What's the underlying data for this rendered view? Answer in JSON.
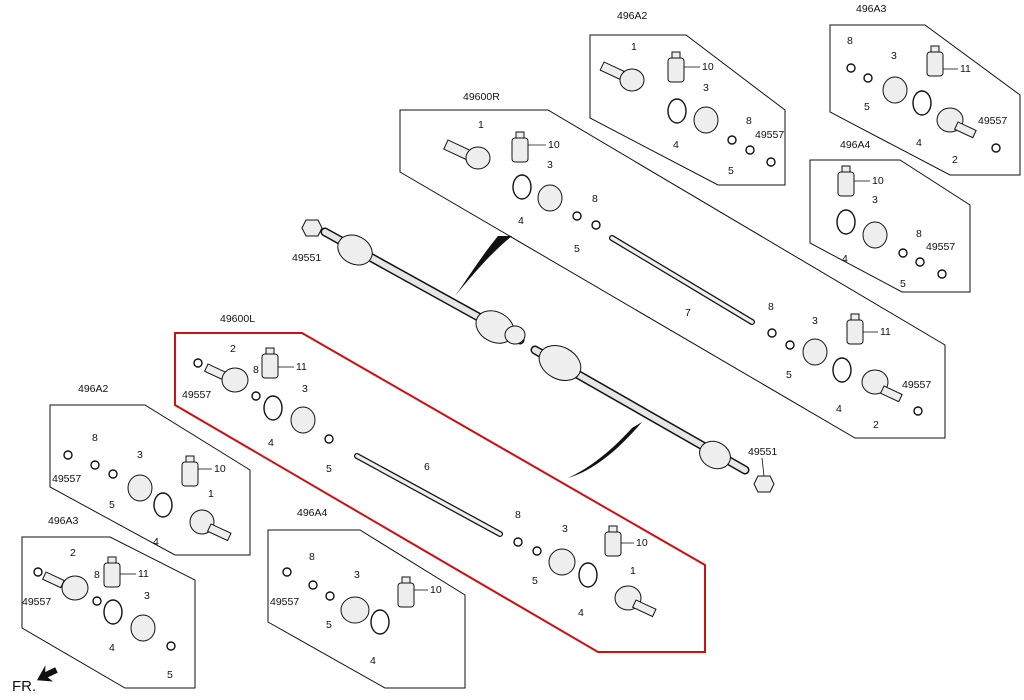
{
  "direction_label": "FR.",
  "assemblies": {
    "right": "49600R",
    "left": "49600L"
  },
  "kits": {
    "tr_a2": "496A2",
    "tr_a3": "496A3",
    "tr_a4": "496A4",
    "l_a2": "496A2",
    "l_a3": "496A3",
    "l_a4": "496A4"
  },
  "nuts": {
    "upper": "49551",
    "lower": "49551"
  },
  "part_numbers": {
    "p1": "1",
    "p2": "2",
    "p3": "3",
    "p4": "4",
    "p5": "5",
    "p6": "6",
    "p7": "7",
    "p8": "8",
    "p10": "10",
    "p11": "11",
    "p49557": "49557"
  },
  "highlight_color": "#cc1111"
}
